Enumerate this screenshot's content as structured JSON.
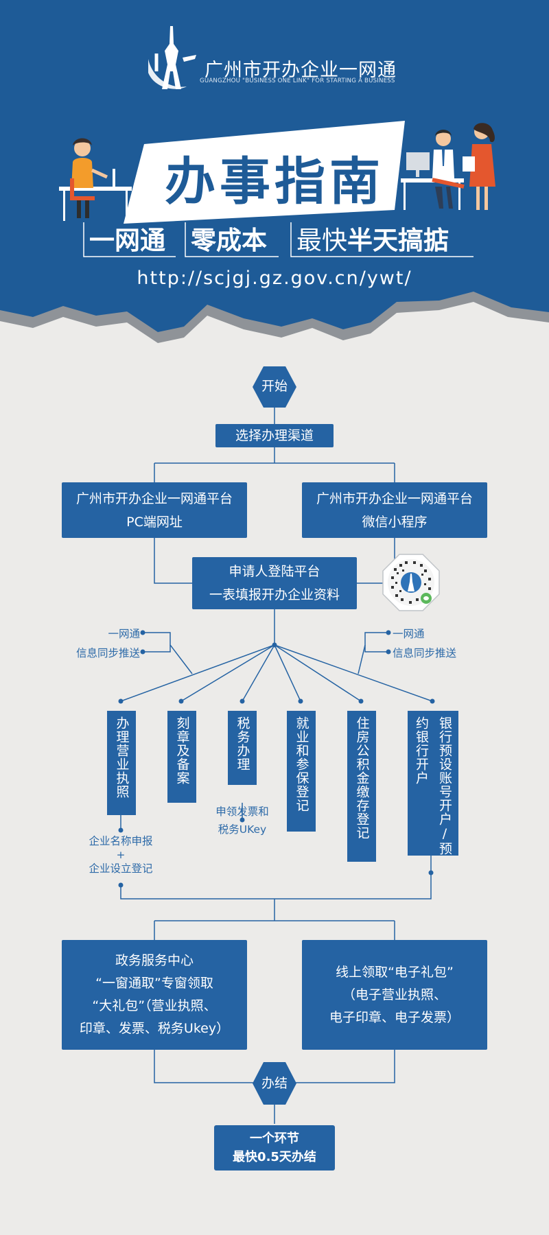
{
  "header": {
    "logo_title": "广州市开办企业一网通",
    "logo_subtitle": "GUANGZHOU \"BUSINESS ONE LINK\" FOR STARTING A BUSINESS",
    "banner_title": "办事指南",
    "tagline": {
      "part1": "一网通",
      "part2": "零成本",
      "part3_light": "最快",
      "part3_bold": "半天搞掂"
    },
    "url": "http://scjgj.gz.gov.cn/ywt/"
  },
  "flow": {
    "start": "开始",
    "choose_channel": "选择办理渠道",
    "pc_channel": {
      "line1": "广州市开办企业一网通平台",
      "line2": "PC端网址"
    },
    "wechat_channel": {
      "line1": "广州市开办企业一网通平台",
      "line2": "微信小程序"
    },
    "login": {
      "line1": "申请人登陆平台",
      "line2": "一表填报开办企业资料"
    },
    "sync_left": {
      "line1": "一网通",
      "line2": "信息同步推送"
    },
    "sync_right": {
      "line1": "一网通",
      "line2": "信息同步推送"
    },
    "tasks": [
      {
        "label": "办理营业执照"
      },
      {
        "label": "刻章及备案"
      },
      {
        "label": "税务办理"
      },
      {
        "label": "就业和参保登记"
      },
      {
        "label": "住房公积金缴存登记"
      },
      {
        "label": "银行预设账号开户/预约银行开户"
      }
    ],
    "license_note": {
      "line1": "企业名称申报",
      "line2": "+",
      "line3": "企业设立登记"
    },
    "tax_note": {
      "line1": "申领发票和",
      "line2": "税务UKey"
    },
    "offline_collect": {
      "line1": "政务服务中心",
      "line2": "“一窗通取”专窗领取",
      "line3": "“大礼包”（营业执照、",
      "line4": "印章、发票、税务Ukey）"
    },
    "online_collect": {
      "line1": "线上领取“电子礼包”",
      "line2": "（电子营业执照、",
      "line3": "电子印章、电子发票）"
    },
    "end": "办结",
    "result": {
      "line1": "一个环节",
      "line2": "最快0.5天办结"
    }
  },
  "colors": {
    "primary_blue": "#1e5b97",
    "box_blue": "#2563a3",
    "background": "#ecebe9",
    "gray_accent": "#8f9398",
    "green_badge": "#5cb85c"
  },
  "icons": {
    "logo": "canton-tower-logo-icon",
    "left_person": "woman-at-desk-illustration",
    "right_people": "officer-and-woman-illustration",
    "qr": "wechat-miniprogram-code-icon"
  }
}
